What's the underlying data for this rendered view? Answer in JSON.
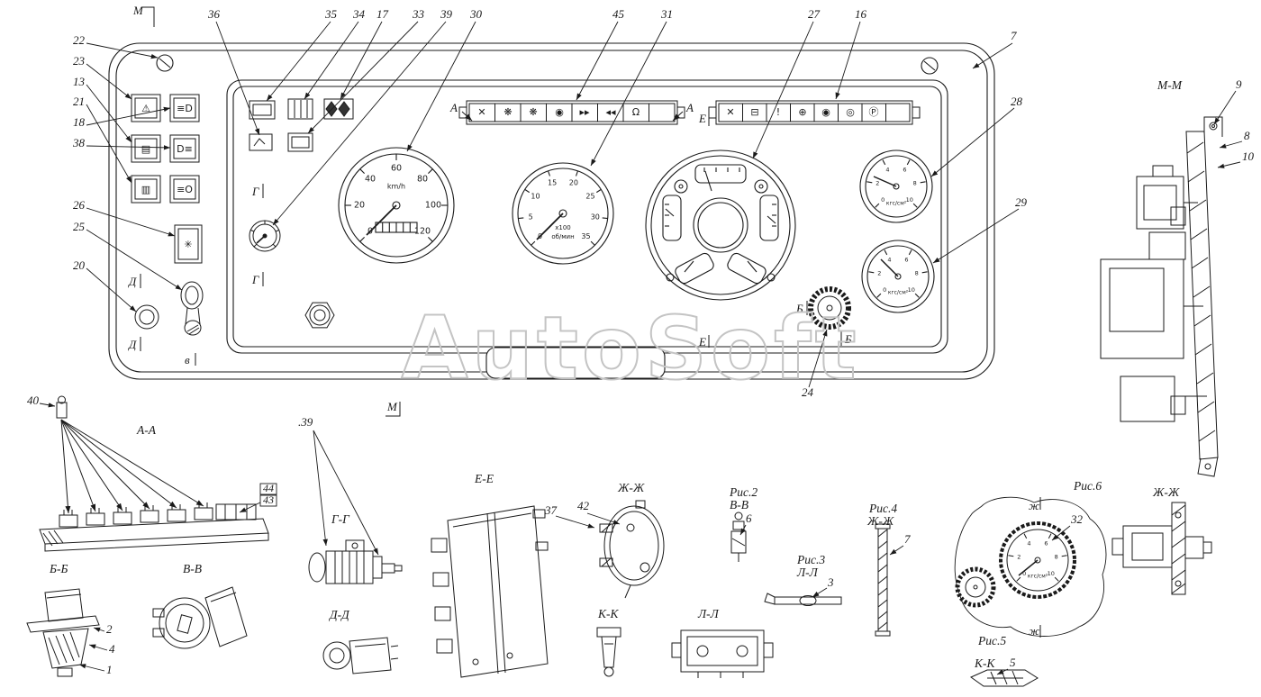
{
  "watermark": "AutoSoft",
  "cut_letters": {
    "a": "А",
    "b": "Б",
    "v": "в",
    "g": "Г",
    "d": "Д",
    "e": "Е",
    "m": "М",
    "zh": "ж"
  },
  "callouts": {
    "n36": "36",
    "n35": "35",
    "n34": "34",
    "n17": "17",
    "n33": "33",
    "n39_top": "39",
    "n30": "30",
    "n45": "45",
    "n31": "31",
    "n27": "27",
    "n16": "16",
    "n7_top": "7",
    "n28": "28",
    "n29": "29",
    "n22": "22",
    "n23": "23",
    "n13": "13",
    "n21": "21",
    "n18": "18",
    "n38": "38",
    "n26": "26",
    "n25": "25",
    "n20": "20",
    "n24": "24",
    "n40": "40",
    "n39_bottom": ".39",
    "n44": "44",
    "n43": "43",
    "n37": "37",
    "n42": "42",
    "n6": "6",
    "n3": "3",
    "n7_mid": "7",
    "n32": "32",
    "n5": "5",
    "n2": "2",
    "n4": "4",
    "n1": "1",
    "n9": "9",
    "n8": "8",
    "n10": "10"
  },
  "sections": {
    "aa": "А-А",
    "bb": "Б-Б",
    "vv": "В-В",
    "gg": "Г-Г",
    "dd": "Д-Д",
    "ee": "Е-Е",
    "zhzh": "Ж-Ж",
    "kk": "К-К",
    "ll": "Л-Л",
    "mm": "М-М",
    "zhzh_right": "Ж-Ж",
    "kk_fig5": "К-К",
    "vv_fig2": "В-В",
    "ll_fig3": "Л-Л",
    "zhzh_fig4": "Ж-Ж",
    "fig2": "Рис.2",
    "fig3": "Рис.3",
    "fig4": "Рис.4",
    "fig5": "Рис.5",
    "fig6": "Рис.6"
  },
  "speedometer": {
    "unit": "km/h",
    "ticks": [
      "0",
      "20",
      "40",
      "60",
      "80",
      "100",
      "120"
    ]
  },
  "tachometer": {
    "scale": "x100",
    "unit": "об/мин",
    "ticks": [
      "0",
      "5",
      "10",
      "15",
      "20",
      "25",
      "30",
      "35"
    ]
  },
  "gauge_top_right": {
    "unit": "кгс/см²",
    "ticks": [
      "0",
      "2",
      "4",
      "6",
      "8",
      "10"
    ]
  },
  "gauge_bottom_right": {
    "unit": "кгс/см²",
    "ticks": [
      "0",
      "2",
      "4",
      "6",
      "8",
      "10"
    ]
  },
  "fig6_gauge": {
    "unit": "кгс/см²",
    "ticks": [
      "0",
      "2",
      "4",
      "6",
      "8",
      "10"
    ]
  },
  "lamp_icons": [
    "⚠",
    "≡D",
    "▤",
    "D≡",
    "▥",
    "≡O",
    "✳"
  ],
  "strip_left_icons": [
    "✕",
    "❋",
    "❋",
    "◉",
    "▸▸",
    "◂◂",
    "Ω",
    ""
  ],
  "strip_right_icons": [
    "✕",
    "⊟",
    "!",
    "⊕",
    "◉",
    "◎",
    "Ⓟ",
    ""
  ]
}
